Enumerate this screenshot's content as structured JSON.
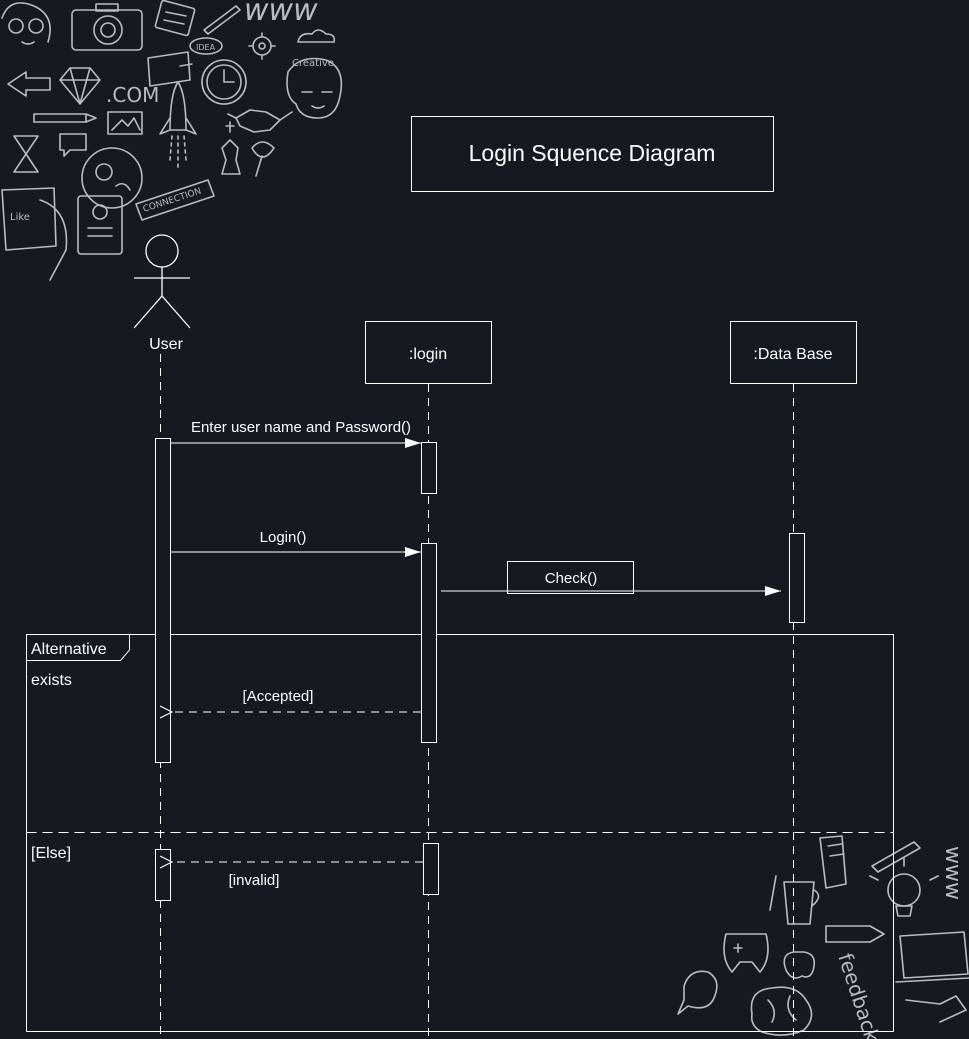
{
  "title": "Login Squence Diagram",
  "participants": {
    "user": "User",
    "login": ":login",
    "database": ":Data Base"
  },
  "messages": {
    "enter_credentials": "Enter user name and Password()",
    "login": "Login()",
    "check": "Check()",
    "accepted": "[Accepted]",
    "invalid": "[invalid]"
  },
  "fragment": {
    "label": "Alternative",
    "guard": "exists",
    "else_guard": "[Else]"
  },
  "decorations": {
    "top_left_words": {
      "www": "www",
      "com": ".COM",
      "idea": "IDEA",
      "creative": "Creative",
      "connection": "CONNECTION",
      "like": "Like"
    },
    "bottom_right_words": {
      "feedback": "feedback",
      "www": "www"
    }
  },
  "colors": {
    "background": "#151920",
    "line": "#ffffff",
    "doodle": "#b9bcc2"
  }
}
